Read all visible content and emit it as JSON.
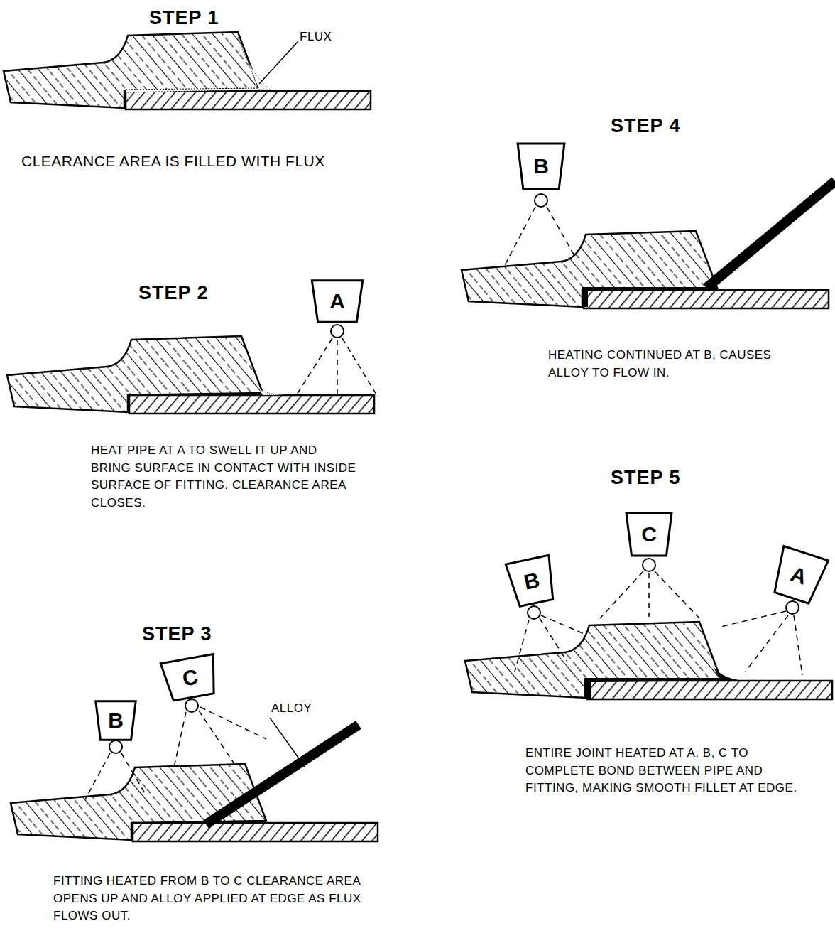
{
  "diagram": {
    "nodes": [
      {
        "text": [
          "A"
        ]
      },
      {
        "text": [
          "B"
        ]
      },
      {
        "text": [
          "C"
        ]
      },
      {
        "text": [
          "B"
        ]
      },
      {
        "text": [
          "B"
        ]
      },
      {
        "text": [
          "C"
        ]
      },
      {
        "text": [
          "A"
        ]
      }
    ],
    "labels": [
      "STEP 1",
      "FLUX",
      "CLEARANCE AREA IS FILLED WITH FLUX",
      "STEP 2",
      "HEAT PIPE AT A TO SWELL IT UP AND BRING SURFACE IN CONTACT WITH INSIDE SURFACE OF FITTING. CLEARANCE AREA CLOSES.",
      "STEP 3",
      "ALLOY",
      "FITTING HEATED FROM B TO C CLEARANCE AREA OPENS UP AND ALLOY APPLIED AT EDGE AS FLUX FLOWS OUT.",
      "STEP 4",
      "HEATING CONTINUED AT B, CAUSES ALLOY TO FLOW IN.",
      "STEP 5",
      "ENTIRE JOINT HEATED AT A, B, C TO COMPLETE BOND BETWEEN PIPE AND FITTING, MAKING SMOOTH FILLET AT EDGE."
    ]
  }
}
